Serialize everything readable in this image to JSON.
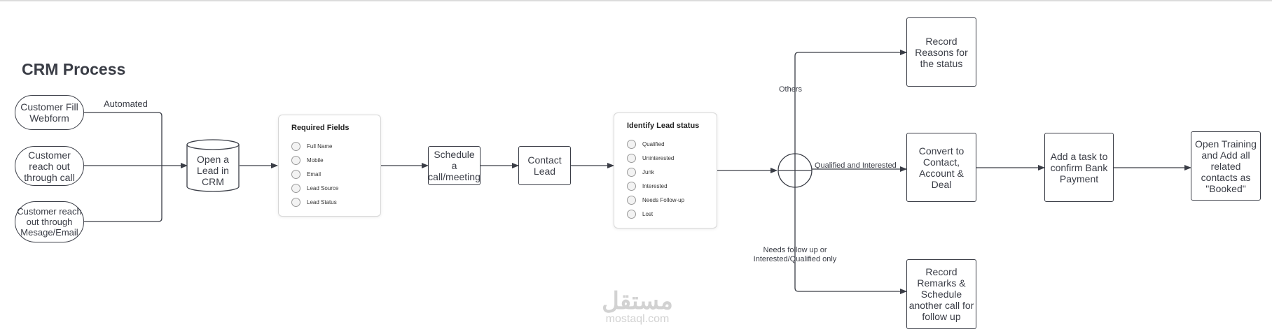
{
  "title": "CRM Process",
  "nodes": {
    "webform": "Customer Fill\nWebform",
    "call": "Customer\nreach out\nthrough call",
    "message": "Customer reach\nout through\nMesage/Email",
    "open_lead": "Open a\nLead in\nCRM",
    "schedule": "Schedule\na\ncall/meeting",
    "contact": "Contact\nLead",
    "record_reasons": "Record\nReasons for\nthe status",
    "convert": "Convert to\nContact,\nAccount &\nDeal",
    "task": "Add a task to\nconfirm Bank\nPayment",
    "training": "Open Training\nand Add all\nrelated\ncontacts as\n\"Booked\"",
    "record_remarks": "Record\nRemarks &\nSchedule\nanother call for\nfollow up"
  },
  "required_fields": {
    "title": "Required Fields",
    "items": [
      "Full Name",
      "Mobile",
      "Email",
      "Lead Source",
      "Lead Status"
    ]
  },
  "lead_status": {
    "title": "Identify Lead status",
    "items": [
      "Qualified",
      "Uninterested",
      "Junk",
      "Interested",
      "Needs Follow-up",
      "Lost"
    ]
  },
  "edge_labels": {
    "automated": "Automated",
    "others": "Others",
    "qualified": "Qualified and Interested",
    "followup": "Needs follow up or\nInterested/Qualified only"
  },
  "watermark": {
    "logo": "مستقل",
    "text": "mostaql.com"
  }
}
